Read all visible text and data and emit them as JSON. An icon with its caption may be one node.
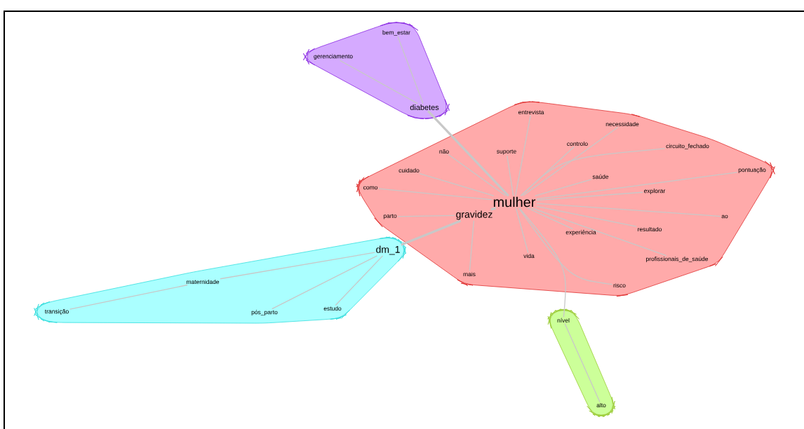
{
  "diagram": {
    "nodes": [
      {
        "text": [],
        "shape": "cloud"
      },
      {
        "text": [
          "bem_estar"
        ],
        "in": 0
      },
      {
        "text": [
          "gerenciamento"
        ],
        "in": 0
      },
      {
        "text": [
          "diabetes"
        ],
        "in": 0
      },
      {
        "text": [],
        "shape": "cloud"
      },
      {
        "text": [
          "entrevista"
        ],
        "in": 4
      },
      {
        "text": [
          "necessidade"
        ],
        "in": 4
      },
      {
        "text": [
          "controlo"
        ],
        "in": 4
      },
      {
        "text": [
          "não"
        ],
        "in": 4
      },
      {
        "text": [
          "suporte"
        ],
        "in": 4
      },
      {
        "text": [
          "circuito_fechado"
        ],
        "in": 4
      },
      {
        "text": [
          "cuidado"
        ],
        "in": 4
      },
      {
        "text": [
          "saúde"
        ],
        "in": 4
      },
      {
        "text": [
          "pontuação"
        ],
        "in": 4
      },
      {
        "text": [
          "como"
        ],
        "in": 4
      },
      {
        "text": [
          "explorar"
        ],
        "in": 4
      },
      {
        "text": [
          "mulher"
        ],
        "in": 4
      },
      {
        "text": [
          "ao"
        ],
        "in": 4
      },
      {
        "text": [
          "parto"
        ],
        "in": 4
      },
      {
        "text": [
          "gravidez"
        ],
        "in": 4
      },
      {
        "text": [
          "resultado"
        ],
        "in": 4
      },
      {
        "text": [
          "experiência"
        ],
        "in": 4
      },
      {
        "text": [
          "vida"
        ],
        "in": 4
      },
      {
        "text": [
          "profissionais_de_saúde"
        ],
        "in": 4
      },
      {
        "text": [
          "mais"
        ],
        "in": 4
      },
      {
        "text": [
          "risco"
        ],
        "in": 4
      },
      {
        "text": [],
        "shape": "cloud"
      },
      {
        "text": [
          "dm_1"
        ],
        "in": 26
      },
      {
        "text": [
          "maternidade"
        ],
        "in": 26
      },
      {
        "text": [
          "transição"
        ],
        "in": 26
      },
      {
        "text": [
          "pós_parto"
        ],
        "in": 26
      },
      {
        "text": [
          "estudo"
        ],
        "in": 26
      },
      {
        "text": [],
        "shape": "cloud"
      },
      {
        "text": [
          "nível"
        ],
        "in": 32
      },
      {
        "text": [
          "alto"
        ],
        "in": 32
      }
    ],
    "edges": [
      {
        "from": 3,
        "to": 1,
        "arrow": "none"
      },
      {
        "from": 3,
        "to": 2,
        "arrow": "none"
      },
      {
        "from": 3,
        "to": 16,
        "arrow": "none",
        "style": "thick"
      },
      {
        "from": 16,
        "to": 8,
        "arrow": "none"
      },
      {
        "from": 16,
        "to": 9,
        "arrow": "none"
      },
      {
        "from": 16,
        "to": 5,
        "arrow": "none"
      },
      {
        "from": 16,
        "to": 7,
        "arrow": "none"
      },
      {
        "from": 16,
        "to": 6,
        "arrow": "none"
      },
      {
        "from": 16,
        "to": 10,
        "arrow": "none"
      },
      {
        "from": 16,
        "to": 12,
        "arrow": "none"
      },
      {
        "from": 16,
        "to": 13,
        "arrow": "none"
      },
      {
        "from": 16,
        "to": 15,
        "arrow": "none"
      },
      {
        "from": 16,
        "to": 17,
        "arrow": "none"
      },
      {
        "from": 16,
        "to": 20,
        "arrow": "none"
      },
      {
        "from": 16,
        "to": 21,
        "arrow": "none"
      },
      {
        "from": 16,
        "to": 22,
        "arrow": "none"
      },
      {
        "from": 16,
        "to": 23,
        "arrow": "none"
      },
      {
        "from": 16,
        "to": 11,
        "arrow": "none"
      },
      {
        "from": 16,
        "to": 14,
        "arrow": "none"
      },
      {
        "from": 16,
        "to": 19,
        "arrow": "none",
        "style": "thick"
      },
      {
        "from": 19,
        "to": 18,
        "arrow": "none"
      },
      {
        "from": 19,
        "to": 27,
        "arrow": "none",
        "style": "thick"
      },
      {
        "from": 16,
        "to": 25,
        "arrow": "none"
      },
      {
        "from": 19,
        "to": 24,
        "arrow": "none"
      },
      {
        "from": 16,
        "to": 33,
        "arrow": "none"
      },
      {
        "from": 33,
        "to": 34,
        "arrow": "none"
      },
      {
        "from": 27,
        "to": 28,
        "arrow": "none"
      },
      {
        "from": 28,
        "to": 29,
        "arrow": "none"
      },
      {
        "from": 27,
        "to": 31,
        "arrow": "none"
      },
      {
        "from": 27,
        "to": 30,
        "arrow": "none"
      }
    ]
  }
}
